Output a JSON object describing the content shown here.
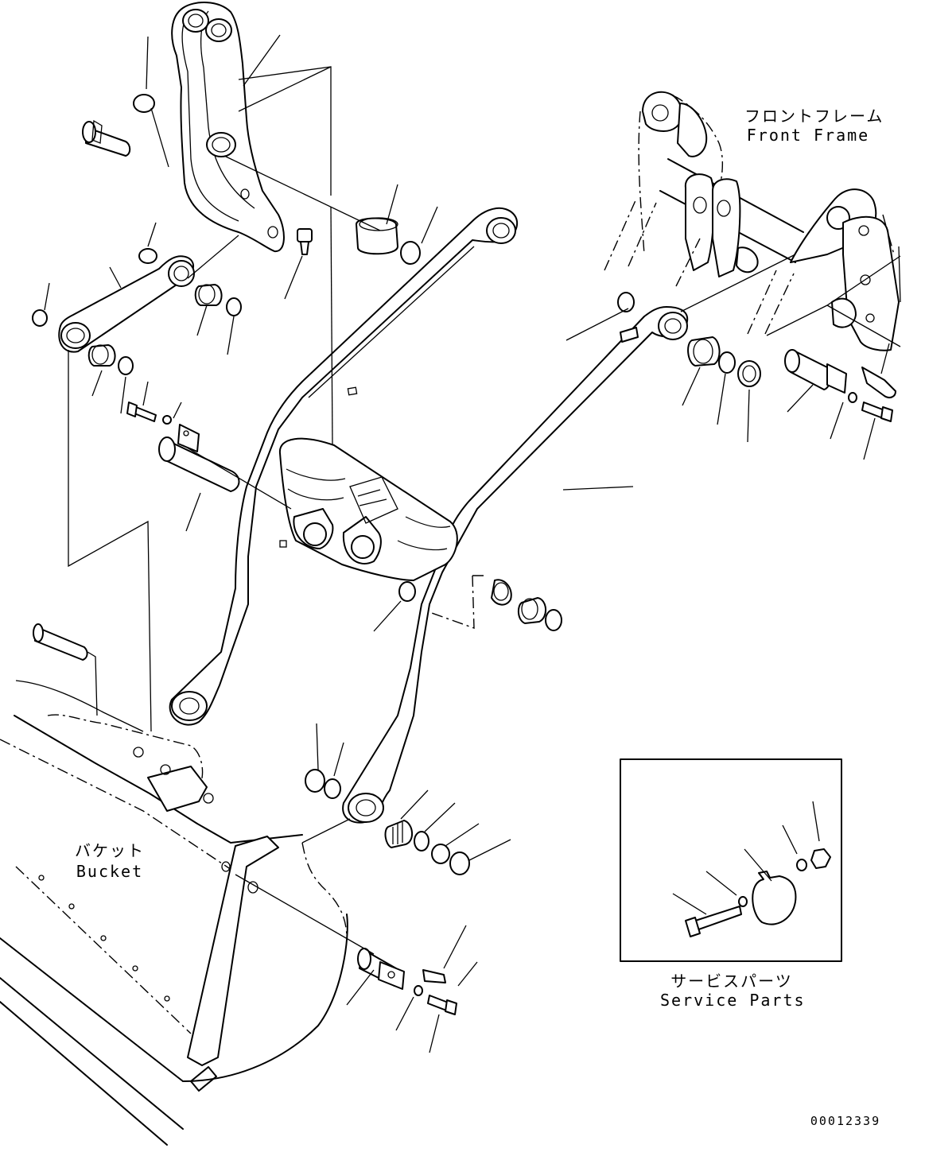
{
  "labels": {
    "front_frame_ja": "フロントフレーム",
    "front_frame_en": "Front Frame",
    "bucket_ja": "バケット",
    "bucket_en": "Bucket",
    "service_parts_ja": "サービスパーツ",
    "service_parts_en": "Service Parts",
    "doc_number": "00012339"
  },
  "colors": {
    "ink": "#000000",
    "paper": "#ffffff"
  }
}
